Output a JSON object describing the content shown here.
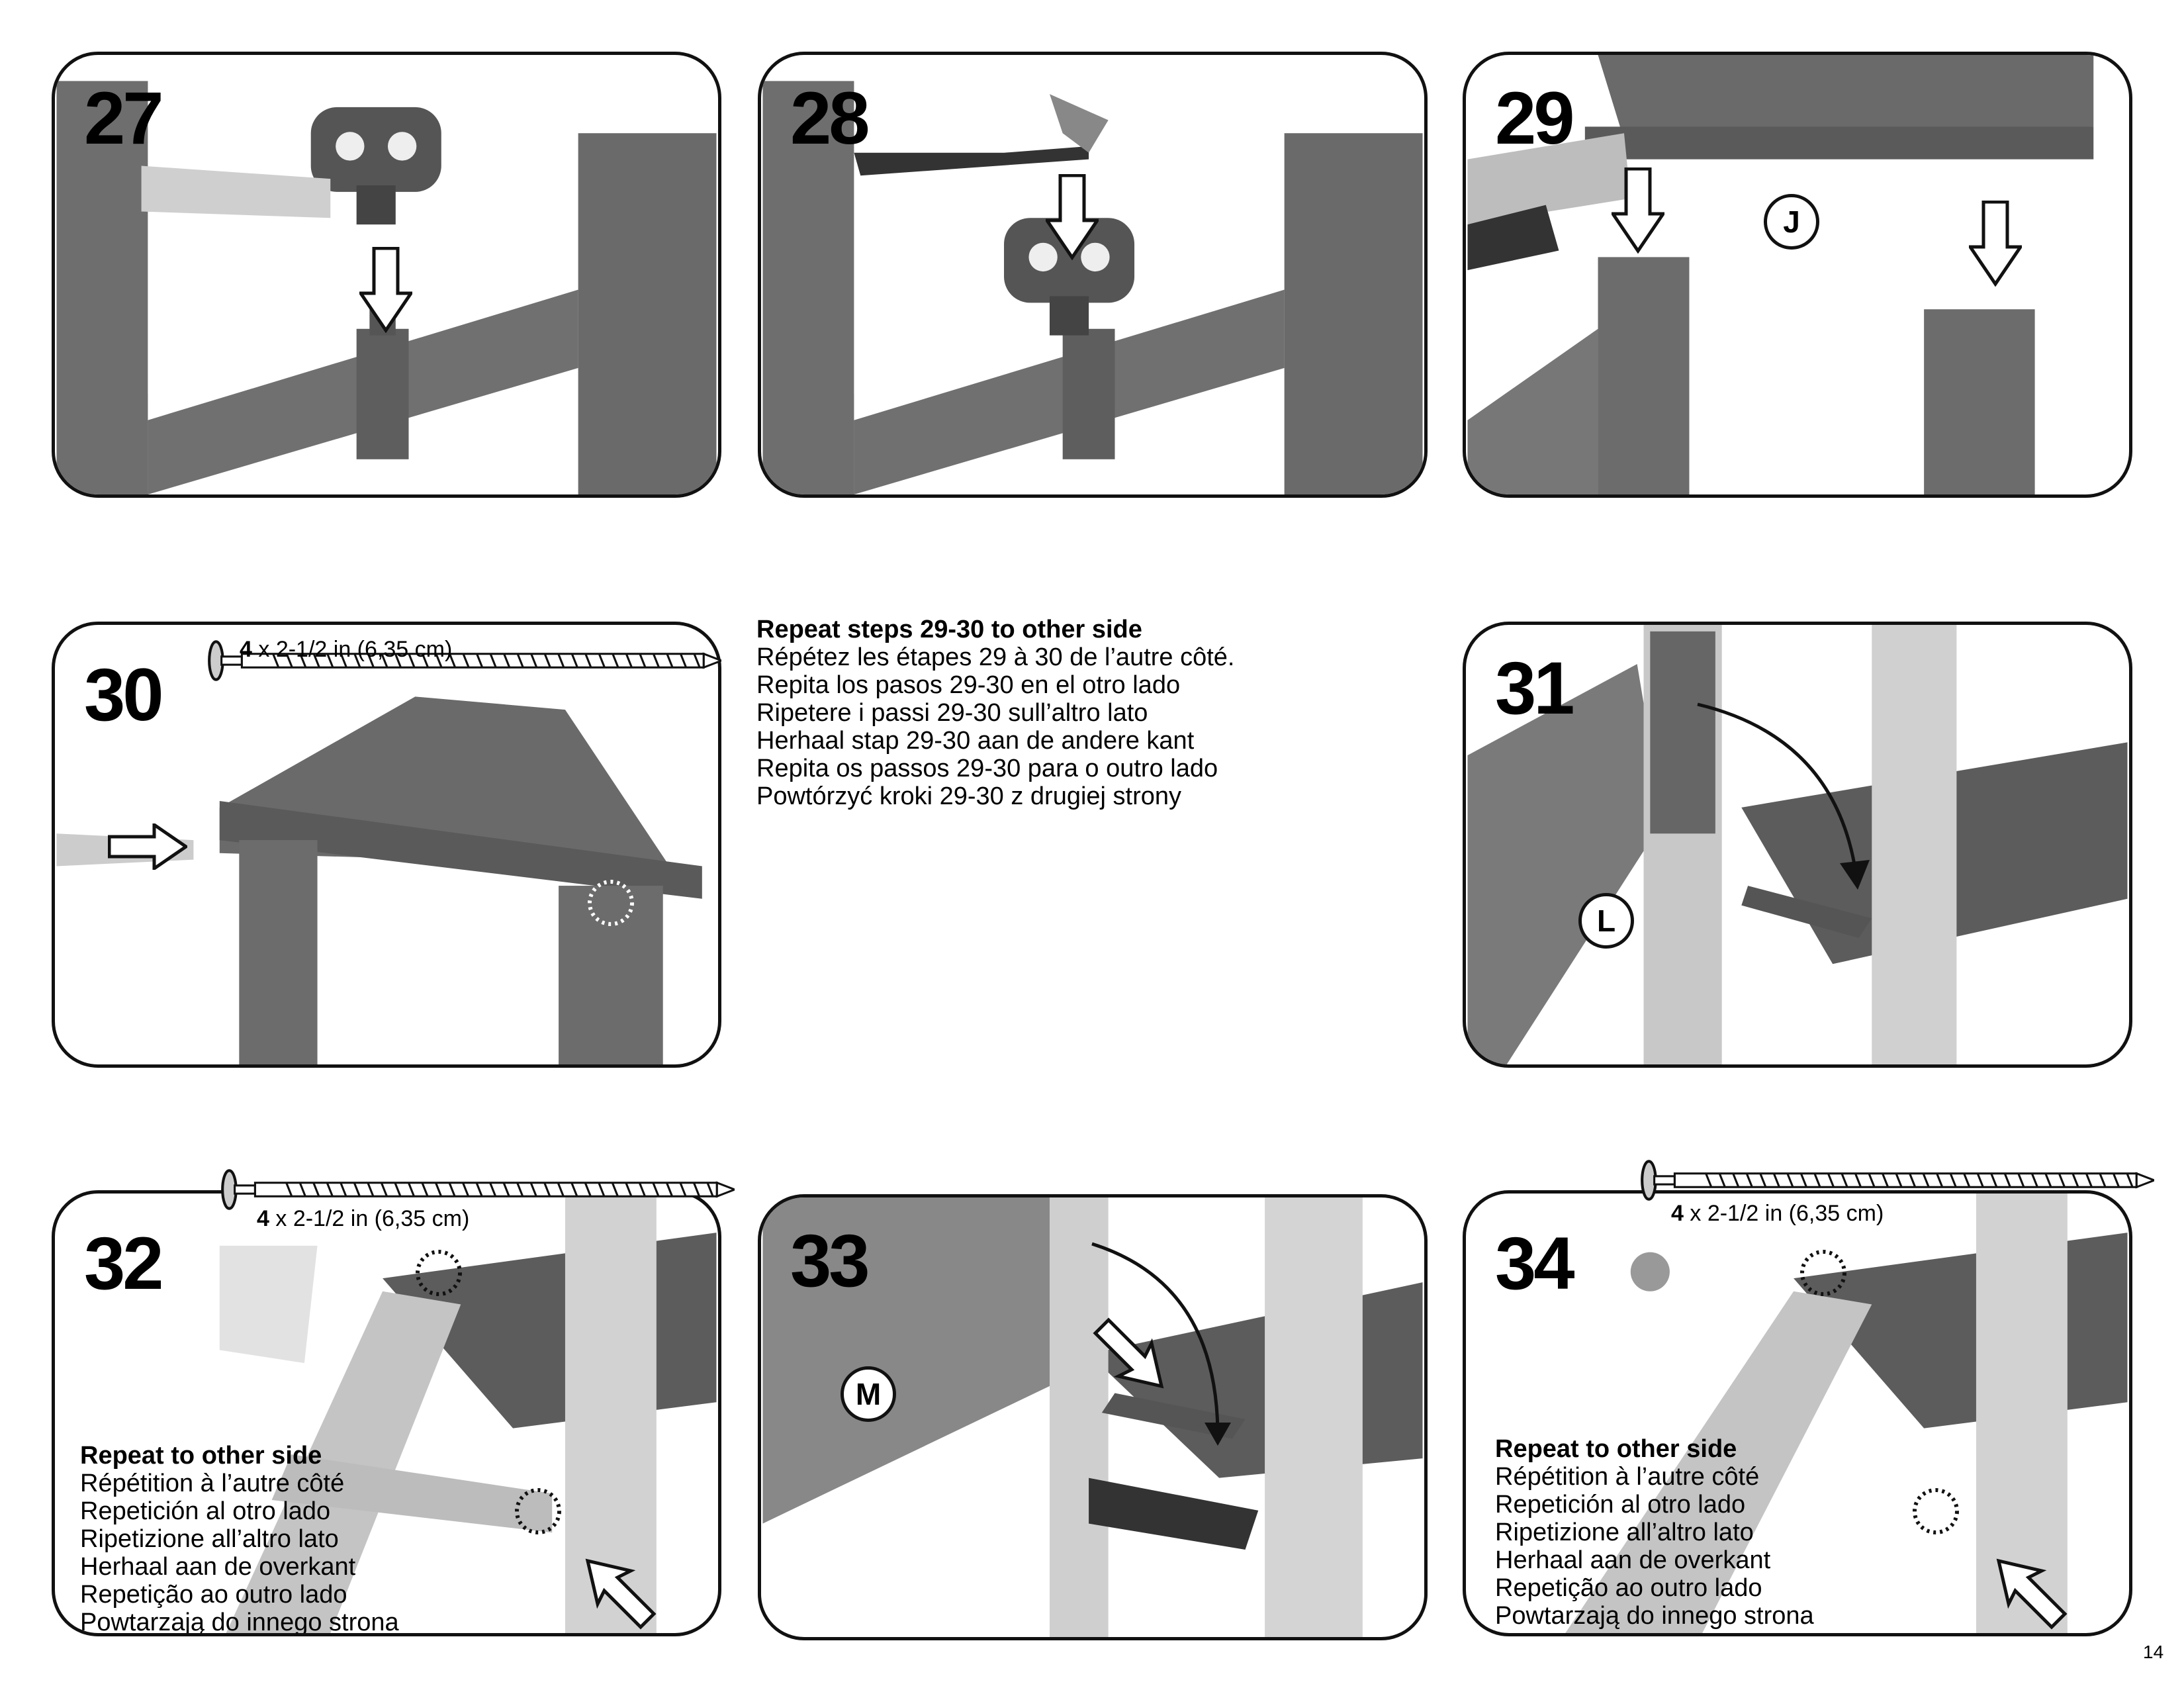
{
  "steps": [
    {
      "number": "27"
    },
    {
      "number": "28"
    },
    {
      "number": "29",
      "part_label": "J"
    },
    {
      "number": "30",
      "screw": {
        "qty": "4",
        "size": "x 2-1/2 in (6,35 cm)"
      }
    },
    {
      "number": "31",
      "part_label": "L"
    },
    {
      "number": "32",
      "screw": {
        "qty": "4",
        "size": "x 2-1/2 in (6,35 cm)"
      },
      "note": [
        "Repeat to other side",
        "Répétition à l’autre côté",
        "Repetición al otro lado",
        "Ripetizione all’altro lato",
        "Herhaal aan de overkant",
        "Repetição ao outro lado",
        "Powtarzają do innego strona"
      ]
    },
    {
      "number": "33",
      "part_label": "M"
    },
    {
      "number": "34",
      "screw": {
        "qty": "4",
        "size": "x 2-1/2 in (6,35 cm)"
      },
      "note": [
        "Repeat to other side",
        "Répétition à l’autre côté",
        "Repetición al otro lado",
        "Ripetizione all’altro lato",
        "Herhaal aan de overkant",
        "Repetição ao outro lado",
        "Powtarzają do innego strona"
      ]
    }
  ],
  "repeat_instructions": [
    "Repeat steps 29-30 to other side",
    "Répétez les étapes 29 à 30 de l’autre côté.",
    "Repita los pasos 29-30 en el otro lado",
    "Ripetere i passi 29-30 sull’altro lato",
    "Herhaal stap 29-30 aan de andere kant",
    "Repita os passos 29-30 para o outro lado",
    "Powtórzyć kroki 29-30 z drugiej strony"
  ],
  "page_number": "14"
}
